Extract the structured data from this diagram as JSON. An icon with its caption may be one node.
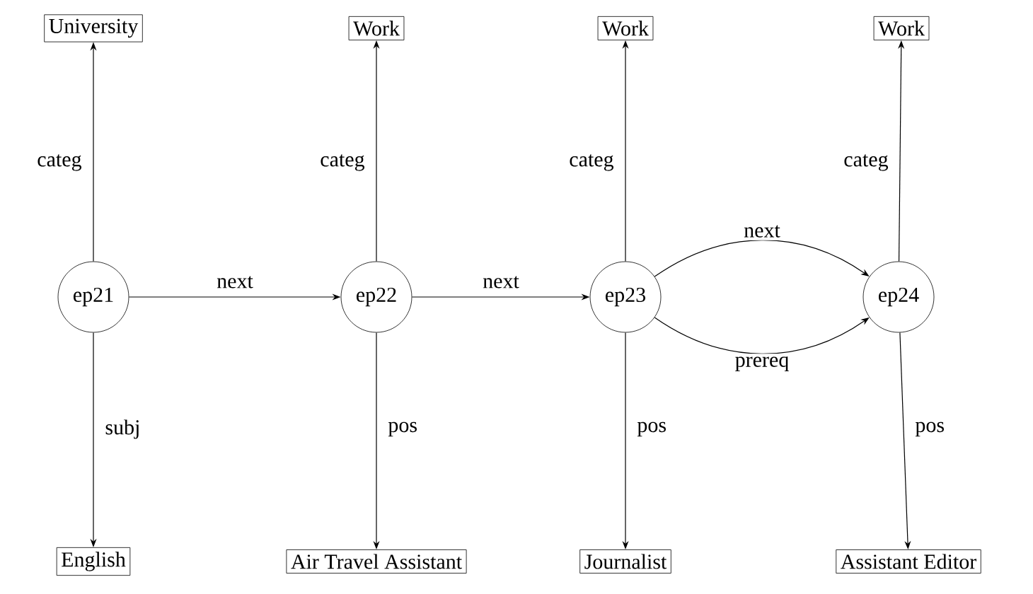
{
  "diagram": {
    "nodes": [
      {
        "text": [
          "University"
        ]
      },
      {
        "text": [
          "Work"
        ]
      },
      {
        "text": [
          "Work"
        ]
      },
      {
        "text": [
          "Work"
        ]
      },
      {
        "text": [
          "ep21"
        ]
      },
      {
        "text": [
          "ep22"
        ]
      },
      {
        "text": [
          "ep23"
        ]
      },
      {
        "text": [
          "ep24"
        ]
      },
      {
        "text": [
          "English"
        ]
      },
      {
        "text": [
          "Air Travel Assistant"
        ]
      },
      {
        "text": [
          "Journalist"
        ]
      },
      {
        "text": [
          "Assistant Editor"
        ]
      }
    ],
    "edges": [
      {
        "from": 4,
        "to": 0,
        "arrow": "to",
        "label": "categ"
      },
      {
        "from": 5,
        "to": 1,
        "arrow": "to",
        "label": "categ"
      },
      {
        "from": 6,
        "to": 2,
        "arrow": "to",
        "label": "categ"
      },
      {
        "from": 7,
        "to": 3,
        "arrow": "to",
        "label": "categ"
      },
      {
        "from": 4,
        "to": 5,
        "arrow": "to",
        "label": "next"
      },
      {
        "from": 5,
        "to": 6,
        "arrow": "to",
        "label": "next"
      },
      {
        "from": 6,
        "to": 7,
        "arrow": "to",
        "label": "next"
      },
      {
        "from": 6,
        "to": 7,
        "arrow": "to",
        "label": "prereq"
      },
      {
        "from": 4,
        "to": 8,
        "arrow": "to",
        "label": "subj"
      },
      {
        "from": 5,
        "to": 9,
        "arrow": "to",
        "label": "pos"
      },
      {
        "from": 6,
        "to": 10,
        "arrow": "to",
        "label": "pos"
      },
      {
        "from": 7,
        "to": 11,
        "arrow": "to",
        "label": "pos"
      }
    ]
  }
}
